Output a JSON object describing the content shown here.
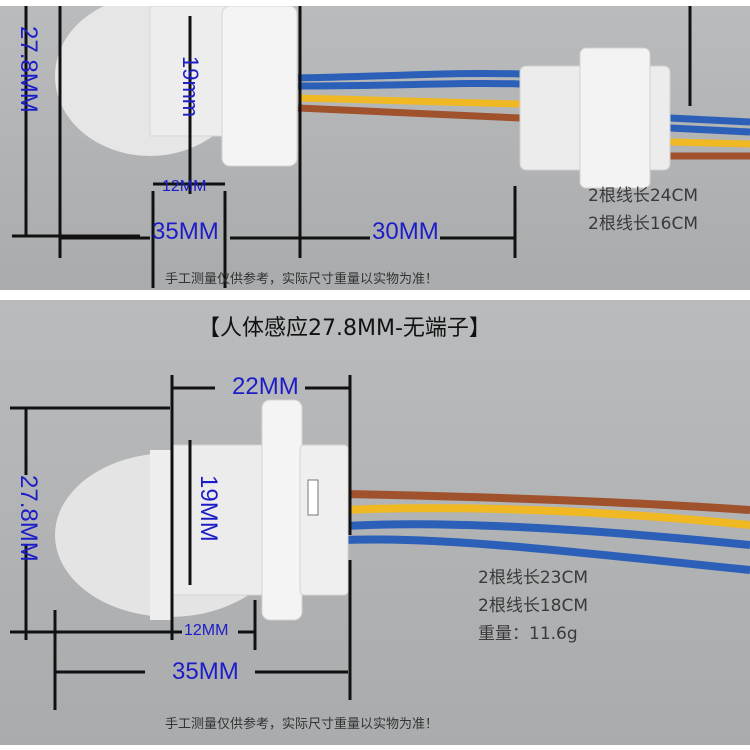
{
  "top_panel": {
    "height_label": "27.8MM",
    "thread_label": "19mm",
    "thread_length_label": "12MM",
    "total_length_label": "35MM",
    "wire_length_label": "30MM",
    "wire_notes": [
      "2根线长24CM",
      "2根线长16CM"
    ],
    "disclaimer": "手工测量仅供参考，实际尺寸重量以实物为准！"
  },
  "bottom_panel": {
    "title": "【人体感应27.8MM-无端子】",
    "flange_label": "22MM",
    "height_label": "27.8MM",
    "thread_label": "19MM",
    "thread_length_label": "12MM",
    "total_length_label": "35MM",
    "wire_notes": [
      "2根线长23CM",
      "2根线长18CM",
      "重量：11.6g"
    ],
    "disclaimer": "手工测量仅供参考，实际尺寸重量以实物为准！"
  },
  "colors": {
    "dimension_text": "#1d1dc8",
    "wire_blue": "#2b5fb8",
    "wire_yellow": "#f0b923",
    "wire_brown": "#a0522d"
  }
}
